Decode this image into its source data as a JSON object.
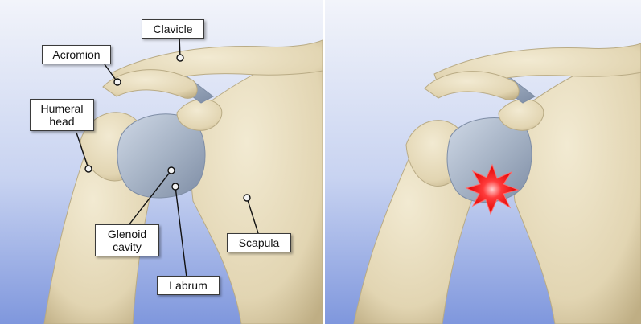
{
  "labels": {
    "clavicle": "Clavicle",
    "acromion": "Acromion",
    "humeral_head": "Humeral\nhead",
    "glenoid_cavity": "Glenoid\ncavity",
    "scapula": "Scapula",
    "labrum": "Labrum"
  },
  "colors": {
    "bone": "#e7dcbf",
    "bone_shadow": "#b9ab85",
    "cartilage": "#a9b6c8",
    "background_top": "#f2f4fa",
    "background_bottom": "#7f97dd",
    "injury": "#ff2a2a"
  }
}
